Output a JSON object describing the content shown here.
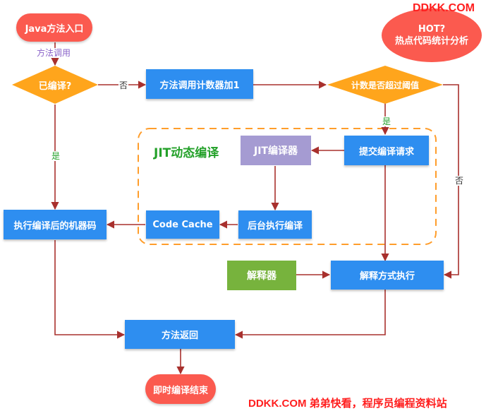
{
  "title": "JIT动态编译",
  "watermark_top": "DDKK.COM",
  "watermark_bottom": "DDKK.COM 弟弟快看，程序员编程资料站",
  "nodes": {
    "java_entry": "Java方法入口",
    "compiled_q": "已编译?",
    "counter_add": "方法调用计数器加1",
    "threshold_q": "计数是否超过阈值",
    "hot_line1": "HOT?",
    "hot_line2": "热点代码统计分析",
    "jit_compiler": "JIT编译器",
    "submit_request": "提交编译请求",
    "exec_compiled": "执行编译后的机器码",
    "code_cache": "Code Cache",
    "bg_compile": "后台执行编译",
    "interpreter": "解释器",
    "interp_exec": "解释方式执行",
    "method_return": "方法返回",
    "compile_end": "即时编译结束"
  },
  "edge_labels": {
    "method_call": "方法调用",
    "no_to_counter": "否",
    "yes_to_submit": "是",
    "yes_to_exec": "是",
    "no_to_interp": "否"
  },
  "colors": {
    "box": "#2e8ef0",
    "pill": "#fb5a4f",
    "decision": "#ffa51c",
    "jit_compiler": "#a59bd2",
    "interpreter": "#77b33d",
    "edge": "#a8302d",
    "dashed_frame": "#ff9d2b",
    "title": "#24a12a",
    "watermark": "#ff1e1e"
  }
}
